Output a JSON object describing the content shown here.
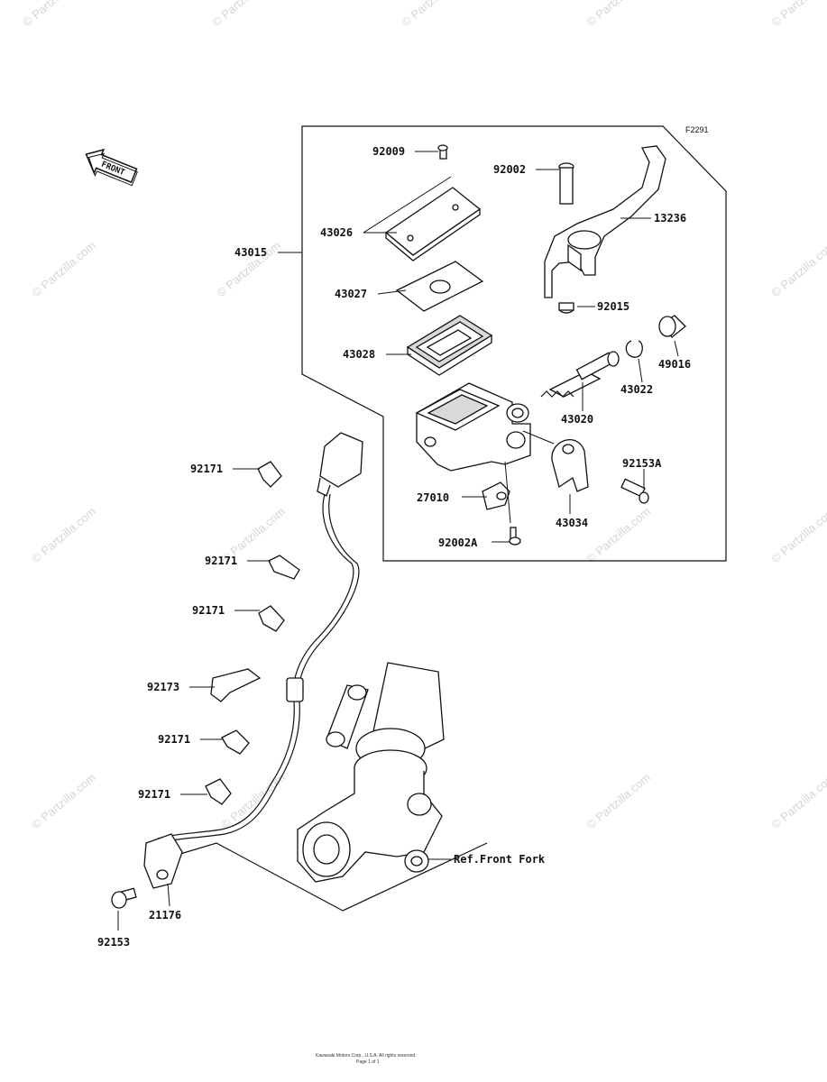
{
  "figure_code": "F2291",
  "front_marker": "FRONT",
  "watermark": "© Partzilla.com",
  "reference": "Ref.Front Fork",
  "copyright_lines": [
    "Kawasaki Motors Corp., U.S.A. All rights reserved.",
    "Page 1 of 1"
  ],
  "labels": {
    "p92009": "92009",
    "p92002": "92002",
    "p13236": "13236",
    "p43015": "43015",
    "p43026": "43026",
    "p43027": "43027",
    "p43028": "43028",
    "p92015": "92015",
    "p49016": "49016",
    "p43022": "43022",
    "p43020": "43020",
    "p92153A": "92153A",
    "p27010": "27010",
    "p43034": "43034",
    "p92002A": "92002A",
    "p92171a": "92171",
    "p92171b": "92171",
    "p92171c": "92171",
    "p92173": "92173",
    "p92171d": "92171",
    "p92171e": "92171",
    "p21176": "21176",
    "p92153": "92153"
  }
}
